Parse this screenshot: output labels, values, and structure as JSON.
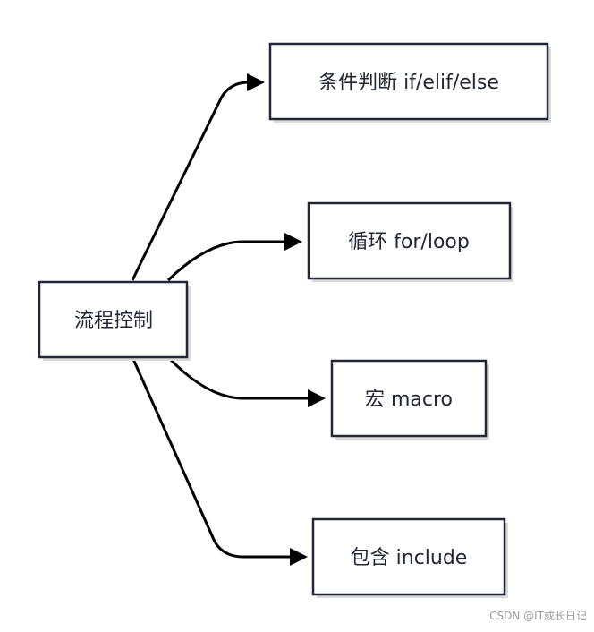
{
  "diagram": {
    "root": {
      "label": "流程控制"
    },
    "children": [
      {
        "label": "条件判断 if/elif/else"
      },
      {
        "label": "循环 for/loop"
      },
      {
        "label": "宏 macro"
      },
      {
        "label": "包含 include"
      }
    ]
  },
  "watermark": "CSDN @IT成长日记",
  "colors": {
    "node_border": "#222636",
    "edge": "#000000",
    "background": "#ffffff"
  }
}
